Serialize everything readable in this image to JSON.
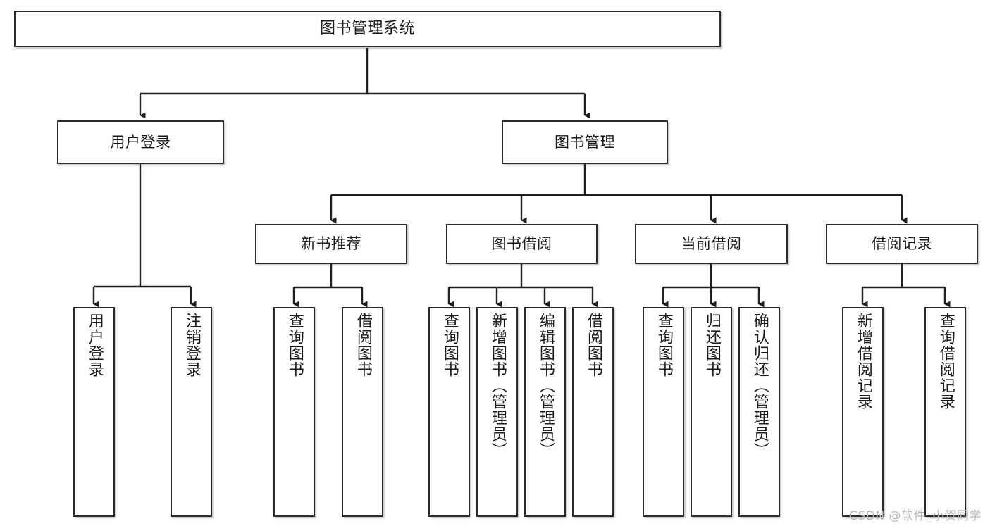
{
  "diagram": {
    "title": "图书管理系统",
    "type": "功能结构图",
    "colors": {
      "box_border": "#2b2b2b",
      "box_fill": "#ffffff",
      "edge": "#1f1f1f",
      "text": "#1b1b1b",
      "watermark": "#b9b9b9",
      "background": "#ffffff"
    }
  },
  "watermark": "CSDN @软件_小贺同学",
  "nodes": {
    "root": {
      "label": "图书管理系统"
    },
    "level2": [
      {
        "id": "user-login",
        "label": "用户登录"
      },
      {
        "id": "book-manage",
        "label": "图书管理"
      }
    ],
    "level3": [
      {
        "id": "new-book-recommend",
        "label": "新书推荐"
      },
      {
        "id": "book-borrow",
        "label": "图书借阅"
      },
      {
        "id": "current-borrow",
        "label": "当前借阅"
      },
      {
        "id": "borrow-record",
        "label": "借阅记录"
      }
    ],
    "leaves": {
      "user-login": [
        {
          "id": "leaf-user-login",
          "label": "用户登录"
        },
        {
          "id": "leaf-logout",
          "label": "注销登录"
        }
      ],
      "new-book-recommend": [
        {
          "id": "leaf-query-book-1",
          "label": "查询图书"
        },
        {
          "id": "leaf-borrow-book-1",
          "label": "借阅图书"
        }
      ],
      "book-borrow": [
        {
          "id": "leaf-query-book-2",
          "label": "查询图书"
        },
        {
          "id": "leaf-add-book",
          "label": "新增图书（管理员）"
        },
        {
          "id": "leaf-edit-book",
          "label": "编辑图书（管理员）"
        },
        {
          "id": "leaf-borrow-book-2",
          "label": "借阅图书"
        }
      ],
      "current-borrow": [
        {
          "id": "leaf-query-book-3",
          "label": "查询图书"
        },
        {
          "id": "leaf-return-book",
          "label": "归还图书"
        },
        {
          "id": "leaf-confirm-return",
          "label": "确认归还（管理员）"
        }
      ],
      "borrow-record": [
        {
          "id": "leaf-add-record",
          "label": "新增借阅记录"
        },
        {
          "id": "leaf-query-record",
          "label": "查询借阅记录"
        }
      ]
    }
  }
}
